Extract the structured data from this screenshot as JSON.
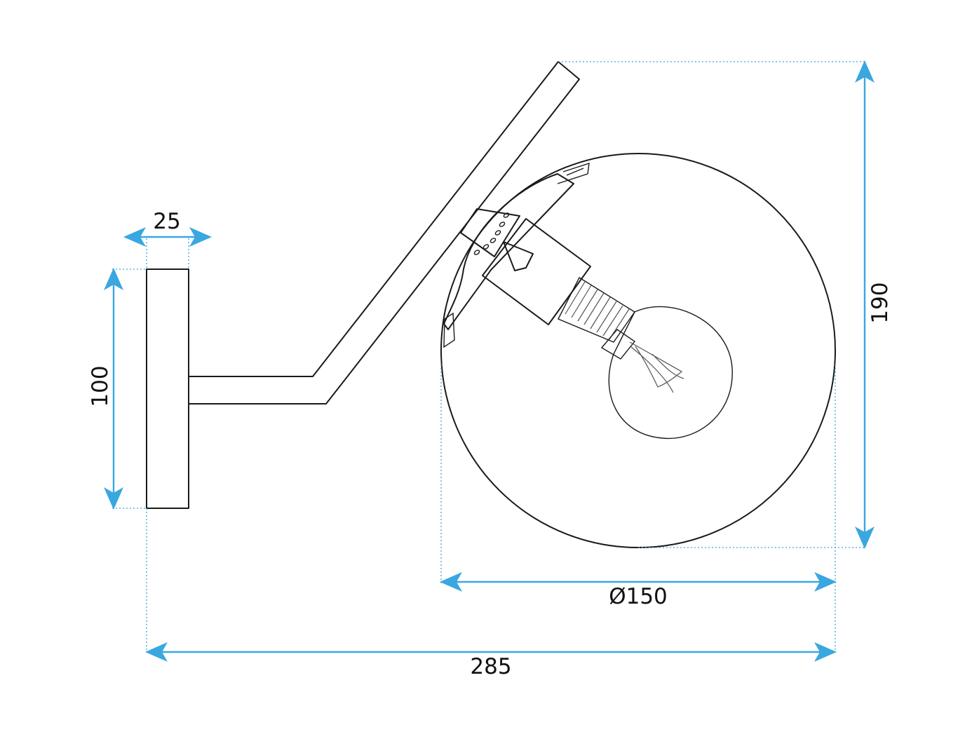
{
  "dimension_color": "#3aa7e0",
  "line_color": "#1a1a1a",
  "dimensions": {
    "base_width": "25",
    "base_height": "100",
    "total_height": "190",
    "globe_diameter": "Ø150",
    "total_length": "285"
  }
}
